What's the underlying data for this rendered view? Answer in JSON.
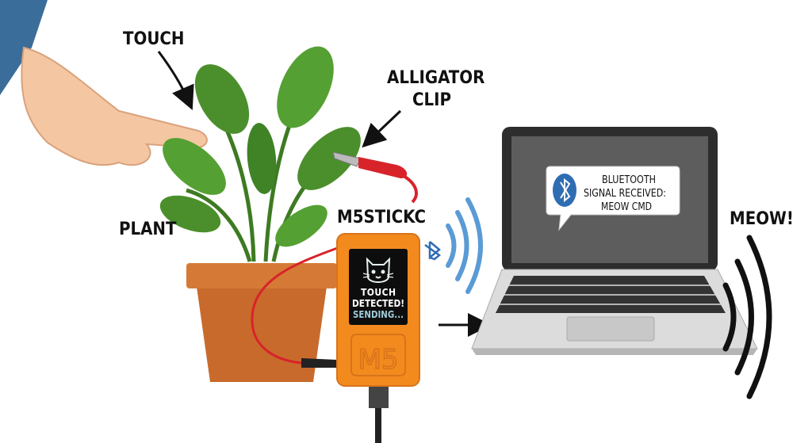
{
  "labels": {
    "touch": "TOUCH",
    "alligator_clip_line1": "ALLIGATOR",
    "alligator_clip_line2": "CLIP",
    "plant": "PLANT",
    "device": "M5STICKC",
    "meow": "MEOW!"
  },
  "device_screen": {
    "line1": "TOUCH",
    "line2": "DETECTED!",
    "line3": "SENDING...",
    "logo": "M5"
  },
  "laptop_notification": {
    "line1": "BLUETOOTH",
    "line2": "SIGNAL RECEIVED:",
    "line3": "MEOW CMD"
  },
  "colors": {
    "device_orange": "#f28a1e",
    "bluetooth_blue": "#2f6db3",
    "leaf_green": "#4b8f2c",
    "pot_terracotta": "#c86a2c",
    "clip_red": "#d8232a"
  }
}
